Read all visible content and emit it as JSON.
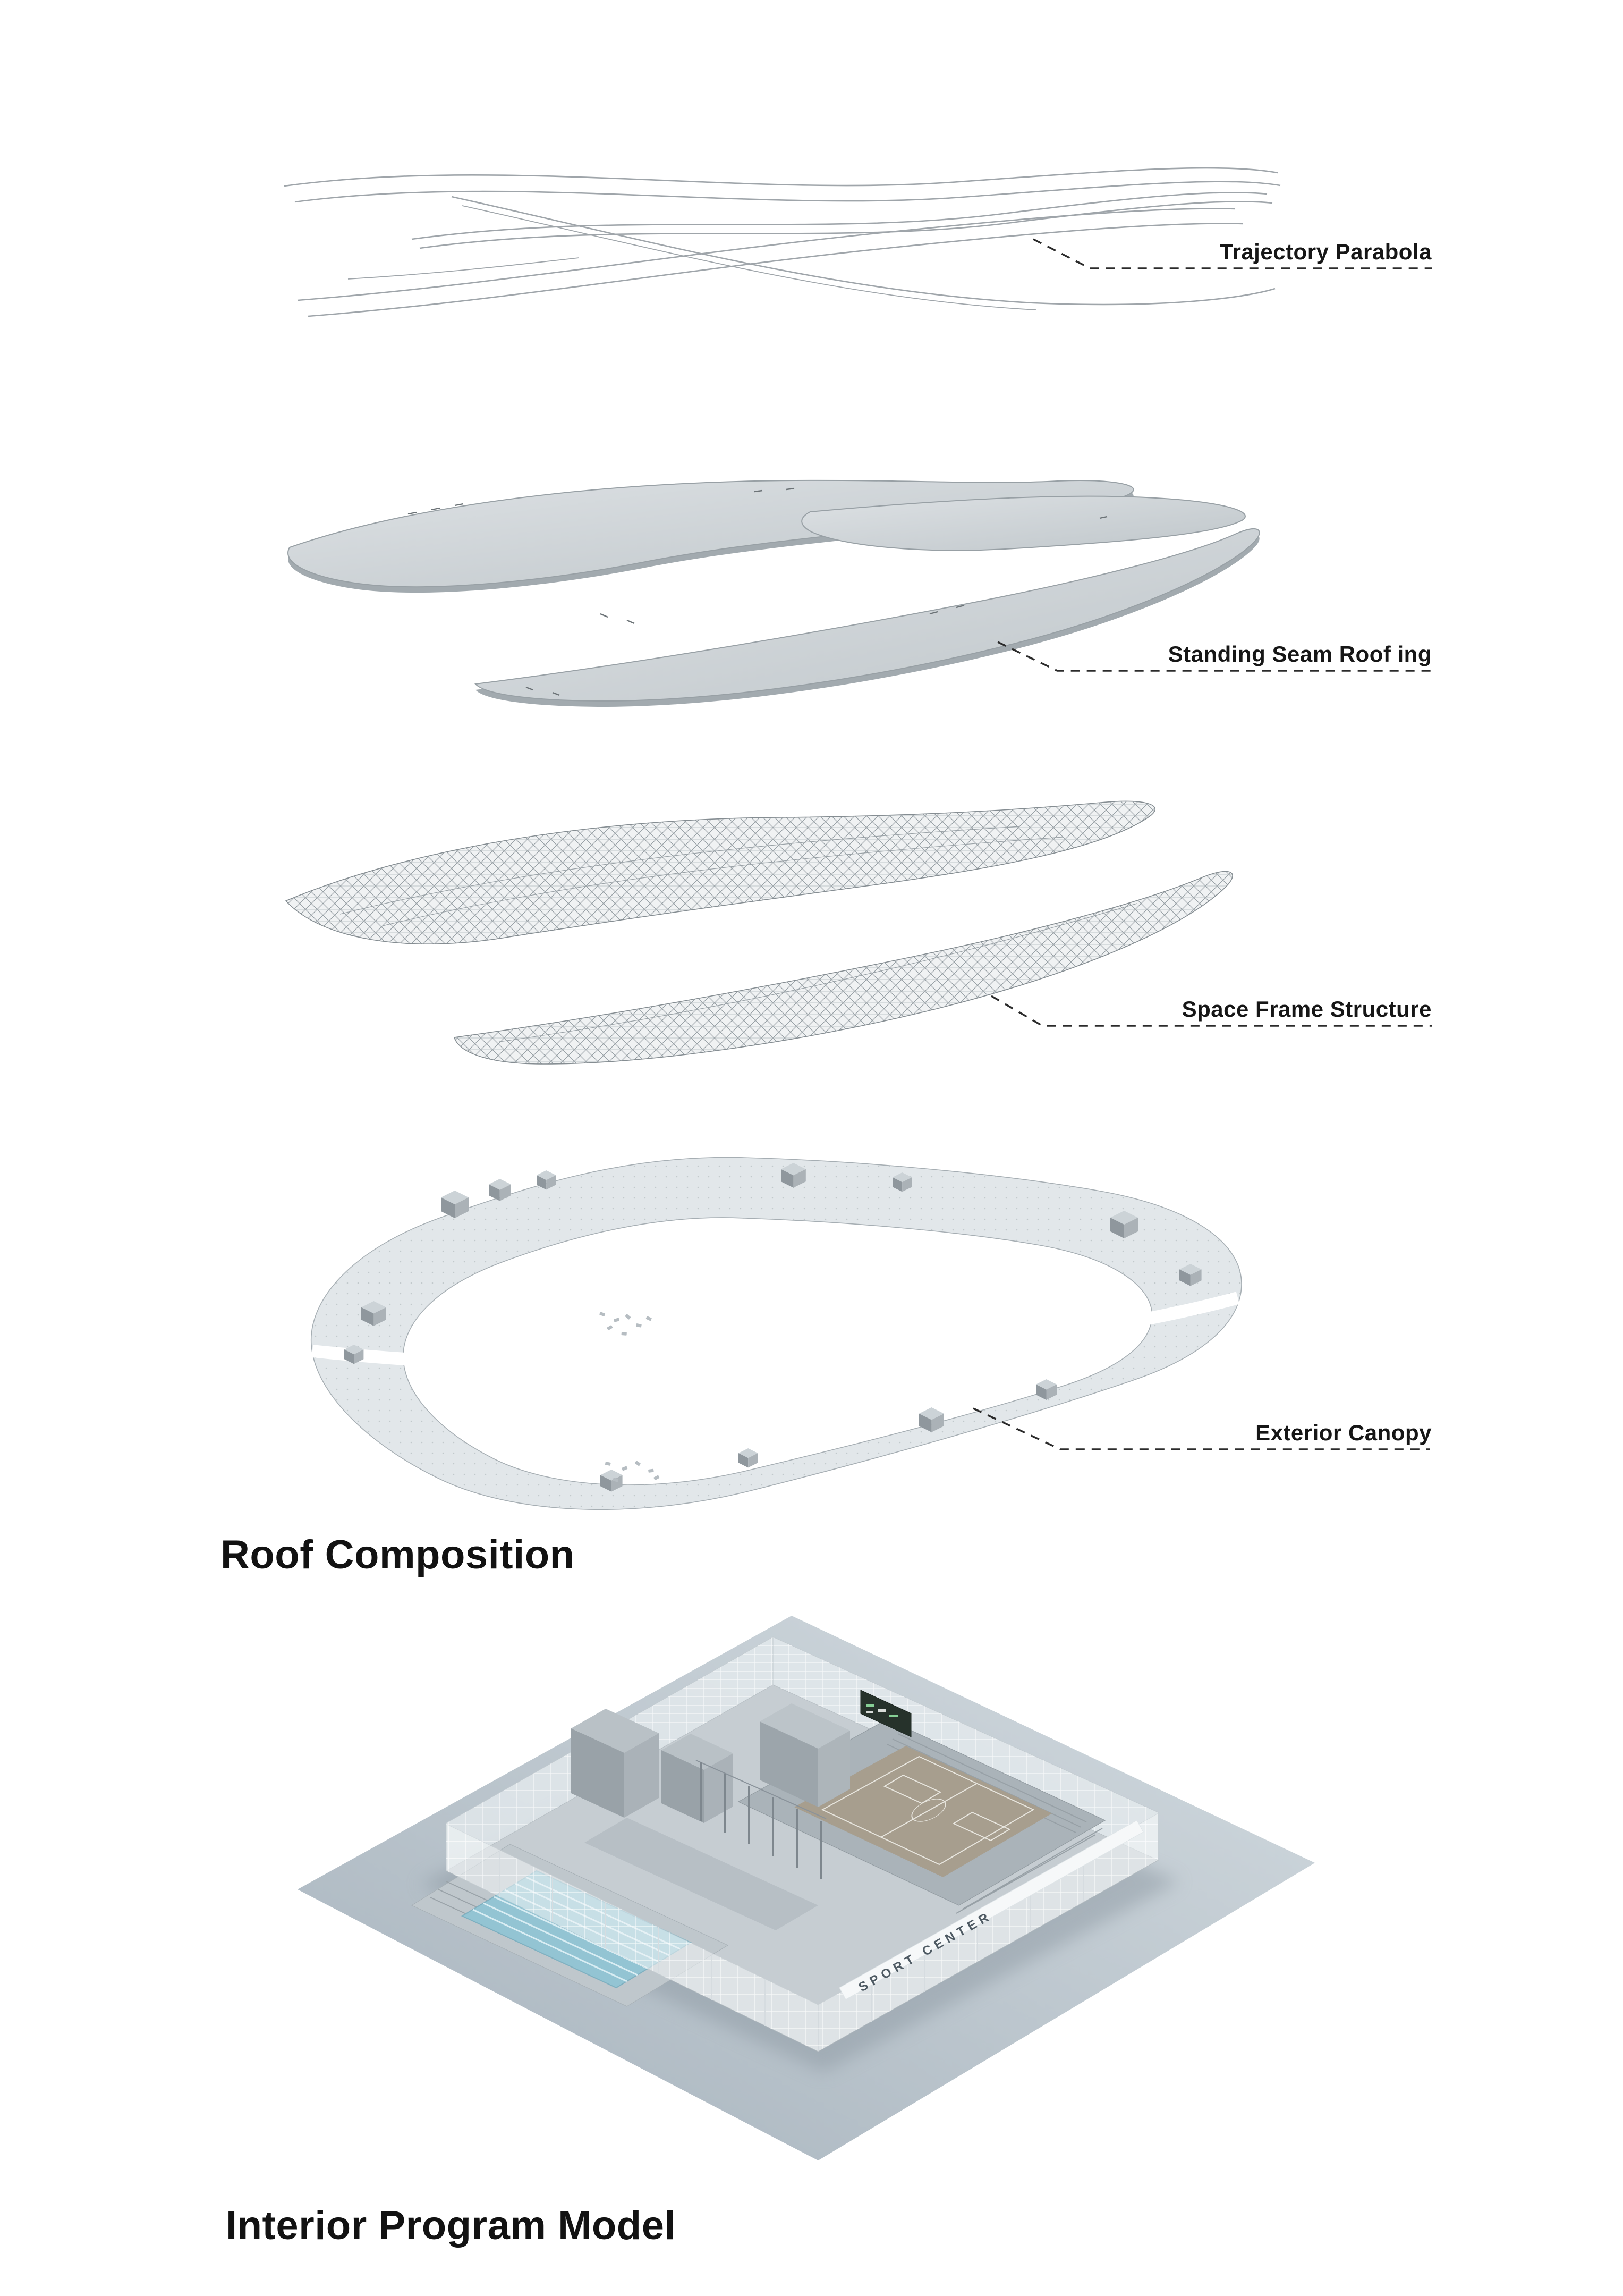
{
  "page": {
    "background": "#ffffff",
    "kind": "architectural exploded roof diagram with interior model render"
  },
  "layers": [
    {
      "id": "trajectory-parabola",
      "label": "Trajectory Parabola"
    },
    {
      "id": "standing-seam-roofing",
      "label": "Standing Seam Roof ing"
    },
    {
      "id": "space-frame-structure",
      "label": "Space Frame Structure"
    },
    {
      "id": "exterior-canopy",
      "label": "Exterior Canopy"
    }
  ],
  "sections": {
    "roof_composition_title": "Roof Composition",
    "interior_program_title": "Interior Program Model"
  },
  "model": {
    "sign_text": "SPORT CENTER"
  },
  "colors": {
    "label_text": "#161616",
    "leader_line": "#2b2b2b",
    "line_gray": "#9aa1a6",
    "roof_plate_fill": "#ccd2d6",
    "mesh_line": "#8a9297",
    "canopy_fill": "#e2e7ea",
    "ground_plane": "#b3bfc8",
    "pool_water": "#93c4d3",
    "court_floor": "#a79e8e"
  }
}
